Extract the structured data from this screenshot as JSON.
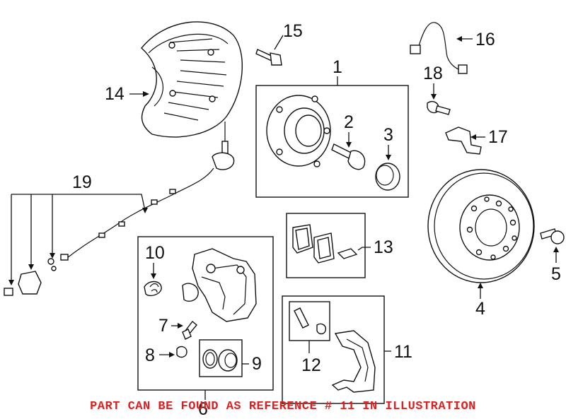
{
  "diagram": {
    "callouts": [
      {
        "id": "1",
        "label": "1",
        "part": "hub-bearing"
      },
      {
        "id": "2",
        "label": "2",
        "part": "hub-bolt"
      },
      {
        "id": "3",
        "label": "3",
        "part": "dust-cap"
      },
      {
        "id": "4",
        "label": "4",
        "part": "brake-rotor"
      },
      {
        "id": "5",
        "label": "5",
        "part": "rotor-screw"
      },
      {
        "id": "6",
        "label": "6",
        "part": "brake-caliper"
      },
      {
        "id": "7",
        "label": "7",
        "part": "bleeder-screw"
      },
      {
        "id": "8",
        "label": "8",
        "part": "bleeder-cap"
      },
      {
        "id": "9",
        "label": "9",
        "part": "piston-seal-kit"
      },
      {
        "id": "10",
        "label": "10",
        "part": "caliper-spring"
      },
      {
        "id": "11",
        "label": "11",
        "part": "caliper-bracket"
      },
      {
        "id": "12",
        "label": "12",
        "part": "guide-pin-kit"
      },
      {
        "id": "13",
        "label": "13",
        "part": "brake-pads"
      },
      {
        "id": "14",
        "label": "14",
        "part": "splash-shield"
      },
      {
        "id": "15",
        "label": "15",
        "part": "shield-bolt"
      },
      {
        "id": "16",
        "label": "16",
        "part": "brake-hose"
      },
      {
        "id": "17",
        "label": "17",
        "part": "hose-bracket"
      },
      {
        "id": "18",
        "label": "18",
        "part": "bracket-bolt"
      },
      {
        "id": "19",
        "label": "19",
        "part": "abs-sensor"
      }
    ],
    "highlight_color": "#e02020"
  },
  "footer": {
    "note": "PART CAN BE FOUND AS REFERENCE # 11 IN ILLUSTRATION"
  }
}
